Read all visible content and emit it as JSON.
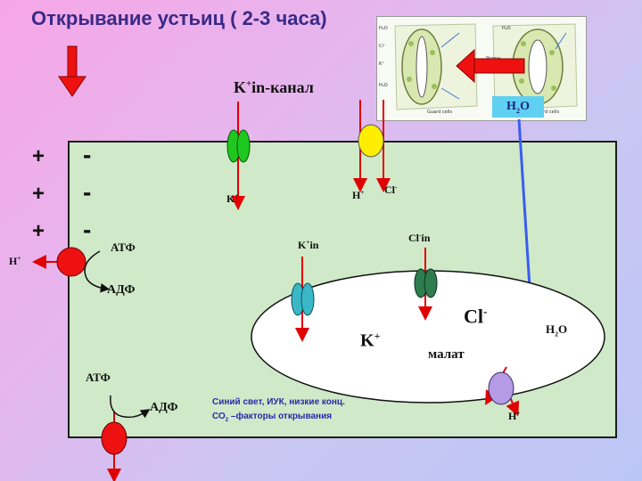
{
  "title": "Открывание устьиц ( 2-3 часа)",
  "channel_label": "in-канал",
  "k_plus": "K",
  "h_plus": "H",
  "cl_minus": "Cl",
  "k_in": "K",
  "k_in_suffix": "in",
  "cl_in": "Cl",
  "cl_in_suffix": "in",
  "atf": "АТФ",
  "adf": "АДФ",
  "plus_sign": "+",
  "minus_sign": "-",
  "vacuole_k": "K",
  "vacuole_cl": "Cl",
  "malate": "малат",
  "h2o": "H",
  "h2o_o": "O",
  "h2o_sub": "2",
  "sup_plus": "+",
  "sup_minus": "-",
  "caption_line1": "Синий свет, ИУК,  низкие конц.",
  "caption_line2_a": "СО",
  "caption_line2_sub": "2",
  "caption_line2_b": " –факторы открывания",
  "photo": {
    "labels": [
      "H₂O",
      "Cl⁻",
      "K⁺",
      "H₂O",
      "Stoma",
      "Guard cells",
      "Guard cells",
      "H₂O"
    ]
  },
  "colors": {
    "title": "#3a2a86",
    "cell": "#cfe9c9",
    "arrow_red": "#e00000",
    "arrow_blue": "#3a5cf0",
    "channel_green": "#1ec81e",
    "channel_yellow": "#ffee00",
    "channel_teal": "#3ab8c8",
    "channel_darkgreen": "#2e7d4f",
    "pump_red": "#ee1111",
    "pump_purple": "#b59ae6"
  }
}
